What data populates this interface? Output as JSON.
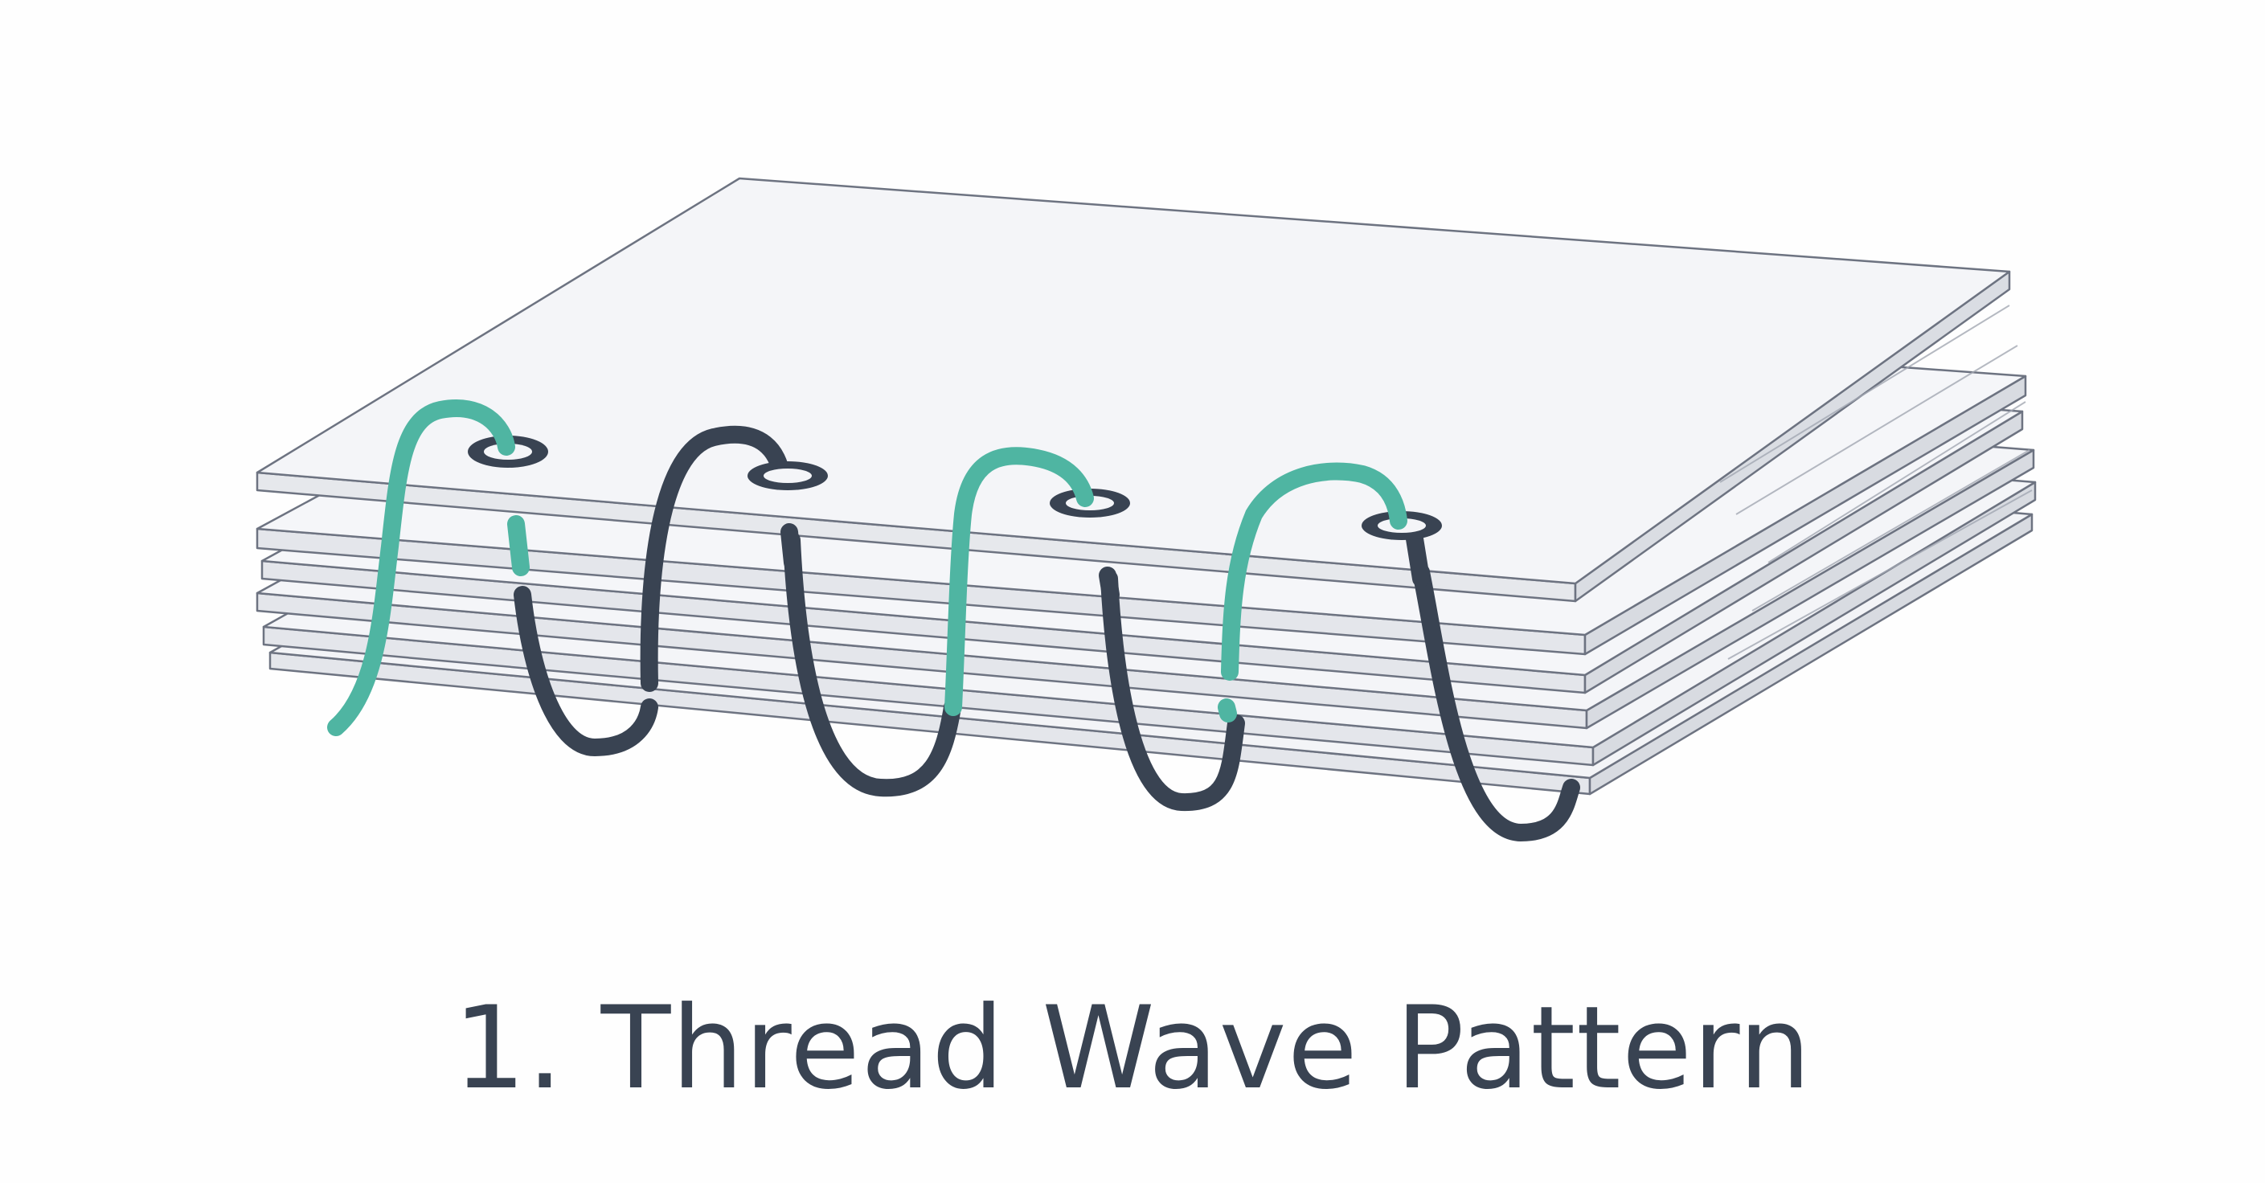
{
  "diagram": {
    "caption": "1. Thread Wave Pattern",
    "colors": {
      "background": "#fefefe",
      "paper_fill": "#f4f5f8",
      "paper_edge": "#dfe1e6",
      "paper_stroke": "#6d7381",
      "thread_teal": "#4fb5a2",
      "thread_dark": "#394352",
      "caption_text": "#394352"
    },
    "elements": {
      "paper_stack": "stack of paper sheets",
      "holes": 4,
      "thread_loops": 4
    }
  }
}
